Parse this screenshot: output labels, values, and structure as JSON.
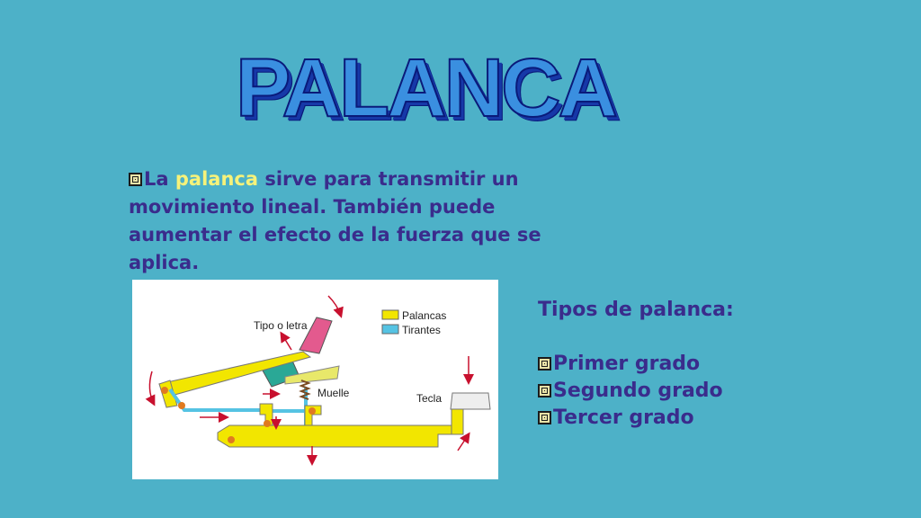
{
  "title": "PALANCA",
  "intro": {
    "part1": "La ",
    "highlight": "palanca",
    "part2": " sirve para transmitir un movimiento lineal. También puede aumentar el efecto de la fuerza que se aplica."
  },
  "figure": {
    "labels": {
      "tipo": "Tipo o letra",
      "muelle": "Muelle",
      "tecla": "Tecla",
      "legend_palancas": "Palancas",
      "legend_tirantes": "Tirantes"
    },
    "colors": {
      "palancas": "#F2E600",
      "tirantes": "#55C3E3",
      "arrows": "#C8102E"
    }
  },
  "types": {
    "heading": "Tipos de palanca:",
    "items": [
      "Primer grado",
      "Segundo grado",
      "Tercer grado"
    ]
  },
  "icons": {
    "bullet": "square-spiral-bullet-icon"
  },
  "colors": {
    "background": "#4DB1C8",
    "text": "#3A2C8C",
    "highlight": "#F6F27A",
    "title": "#3A8FE0"
  }
}
